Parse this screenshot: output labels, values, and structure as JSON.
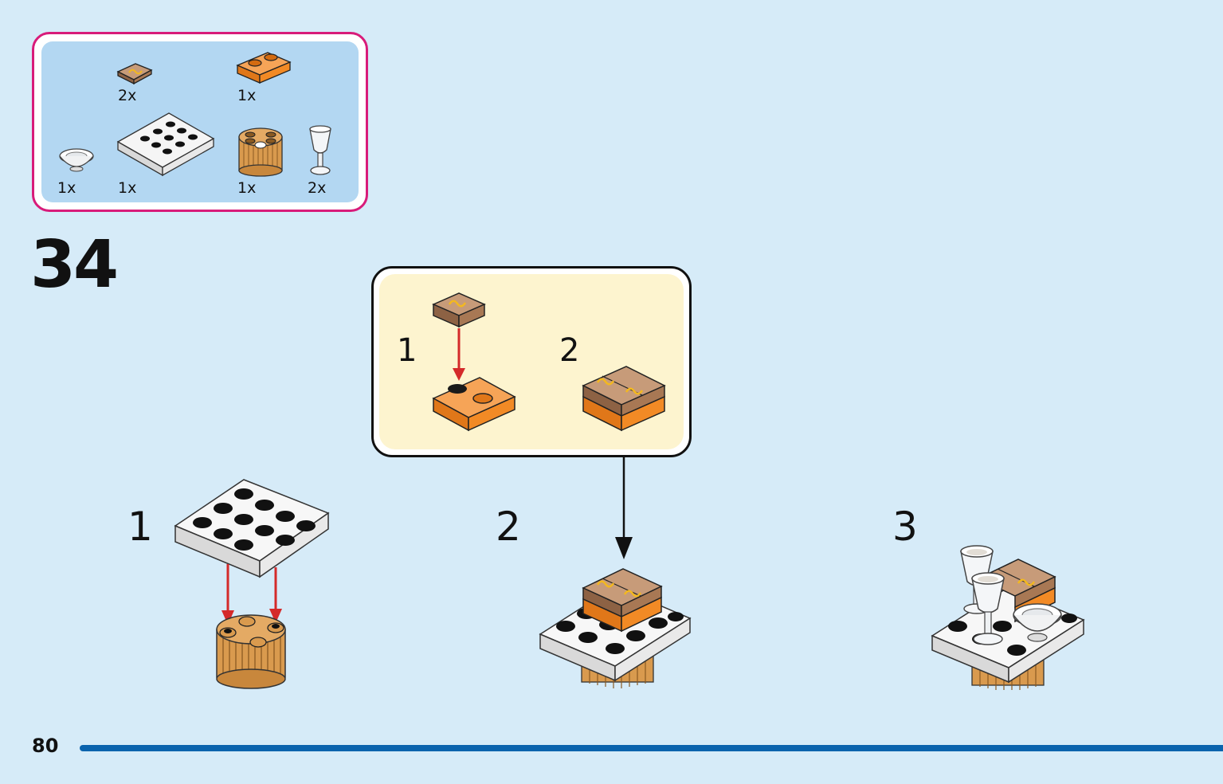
{
  "parts_list": {
    "items": [
      {
        "name": "tile-1x1-printed",
        "qty": "2x"
      },
      {
        "name": "plate-1x2-orange",
        "qty": "1x"
      },
      {
        "name": "dish-white",
        "qty": "1x"
      },
      {
        "name": "plate-4x4-white",
        "qty": "1x"
      },
      {
        "name": "round-brick-tan",
        "qty": "1x"
      },
      {
        "name": "goblet-clear",
        "qty": "2x"
      }
    ]
  },
  "step": {
    "number": "34"
  },
  "callout": {
    "sub_steps": [
      "1",
      "2"
    ]
  },
  "sub_steps": [
    "1",
    "2",
    "3"
  ],
  "page_number": "80",
  "colors": {
    "background": "#d6ebf8",
    "parts_border": "#d81b7a",
    "parts_fill": "#b3d7f2",
    "callout_fill": "#fdf4cf",
    "arrow_red": "#d42a2a",
    "rule_blue": "#0a63ad",
    "orange": "#f28a25",
    "tan": "#d99a4e",
    "brown": "#a87854"
  }
}
